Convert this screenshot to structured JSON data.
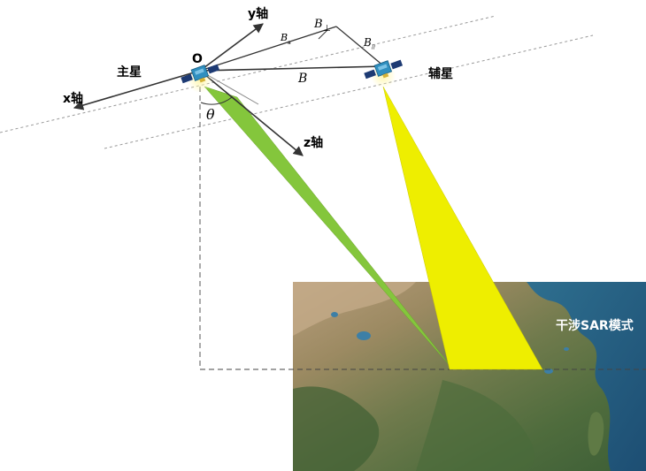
{
  "labels": {
    "master_satellite": "主星",
    "slave_satellite": "辅星",
    "origin": "O",
    "x_axis": "x轴",
    "y_axis": "y轴",
    "z_axis": "z轴",
    "baseline": "B",
    "baseline_perp": "B",
    "baseline_perp_sub": "⊥",
    "baseline_par": "B",
    "baseline_par_sub": "//",
    "baseline_a": "B",
    "baseline_a_sub": "a",
    "look_angle": "θ",
    "mode": "干涉SAR模式"
  },
  "colors": {
    "master_beam": "#84c63c",
    "slave_beam": "#eeee00",
    "satellite_body": "#2f8fbf",
    "solar_panel": "#1d3a73"
  }
}
